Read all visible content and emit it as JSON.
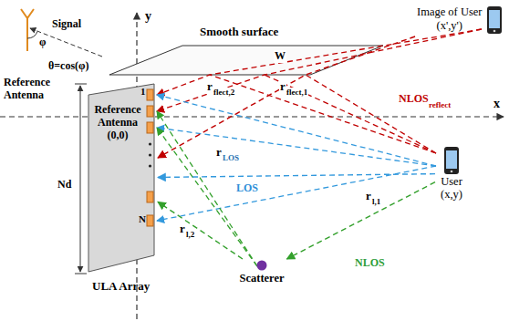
{
  "diagram": {
    "nodes": [
      {
        "text": [
          "Reference Antenna (0,0)",
          "ULA Array"
        ]
      },
      {
        "text": [
          "User",
          "(x,y)"
        ]
      },
      {
        "text": [
          "Scatterer"
        ]
      },
      {
        "text": [
          "Image of User",
          "(x',y')"
        ]
      }
    ],
    "edges": [
      {
        "from": 1,
        "to": 0,
        "arrow": "to"
      },
      {
        "from": 1,
        "to": 2,
        "arrow": "to"
      },
      {
        "from": 2,
        "to": 0,
        "arrow": "to"
      },
      {
        "from": 3,
        "to": 0,
        "arrow": "to"
      }
    ],
    "labels": [
      "Signal",
      "φ",
      "θ=cos(φ)",
      "Reference Antenna",
      "y",
      "x",
      "Smooth surface",
      "W",
      "1",
      "N",
      "Nd",
      "r",
      "flect,2",
      "r",
      "flect,1",
      "NLOS",
      "reflect",
      "r",
      "LOS",
      "LOS",
      "r",
      "l,2",
      "r",
      "l,1",
      "NLOS"
    ]
  }
}
